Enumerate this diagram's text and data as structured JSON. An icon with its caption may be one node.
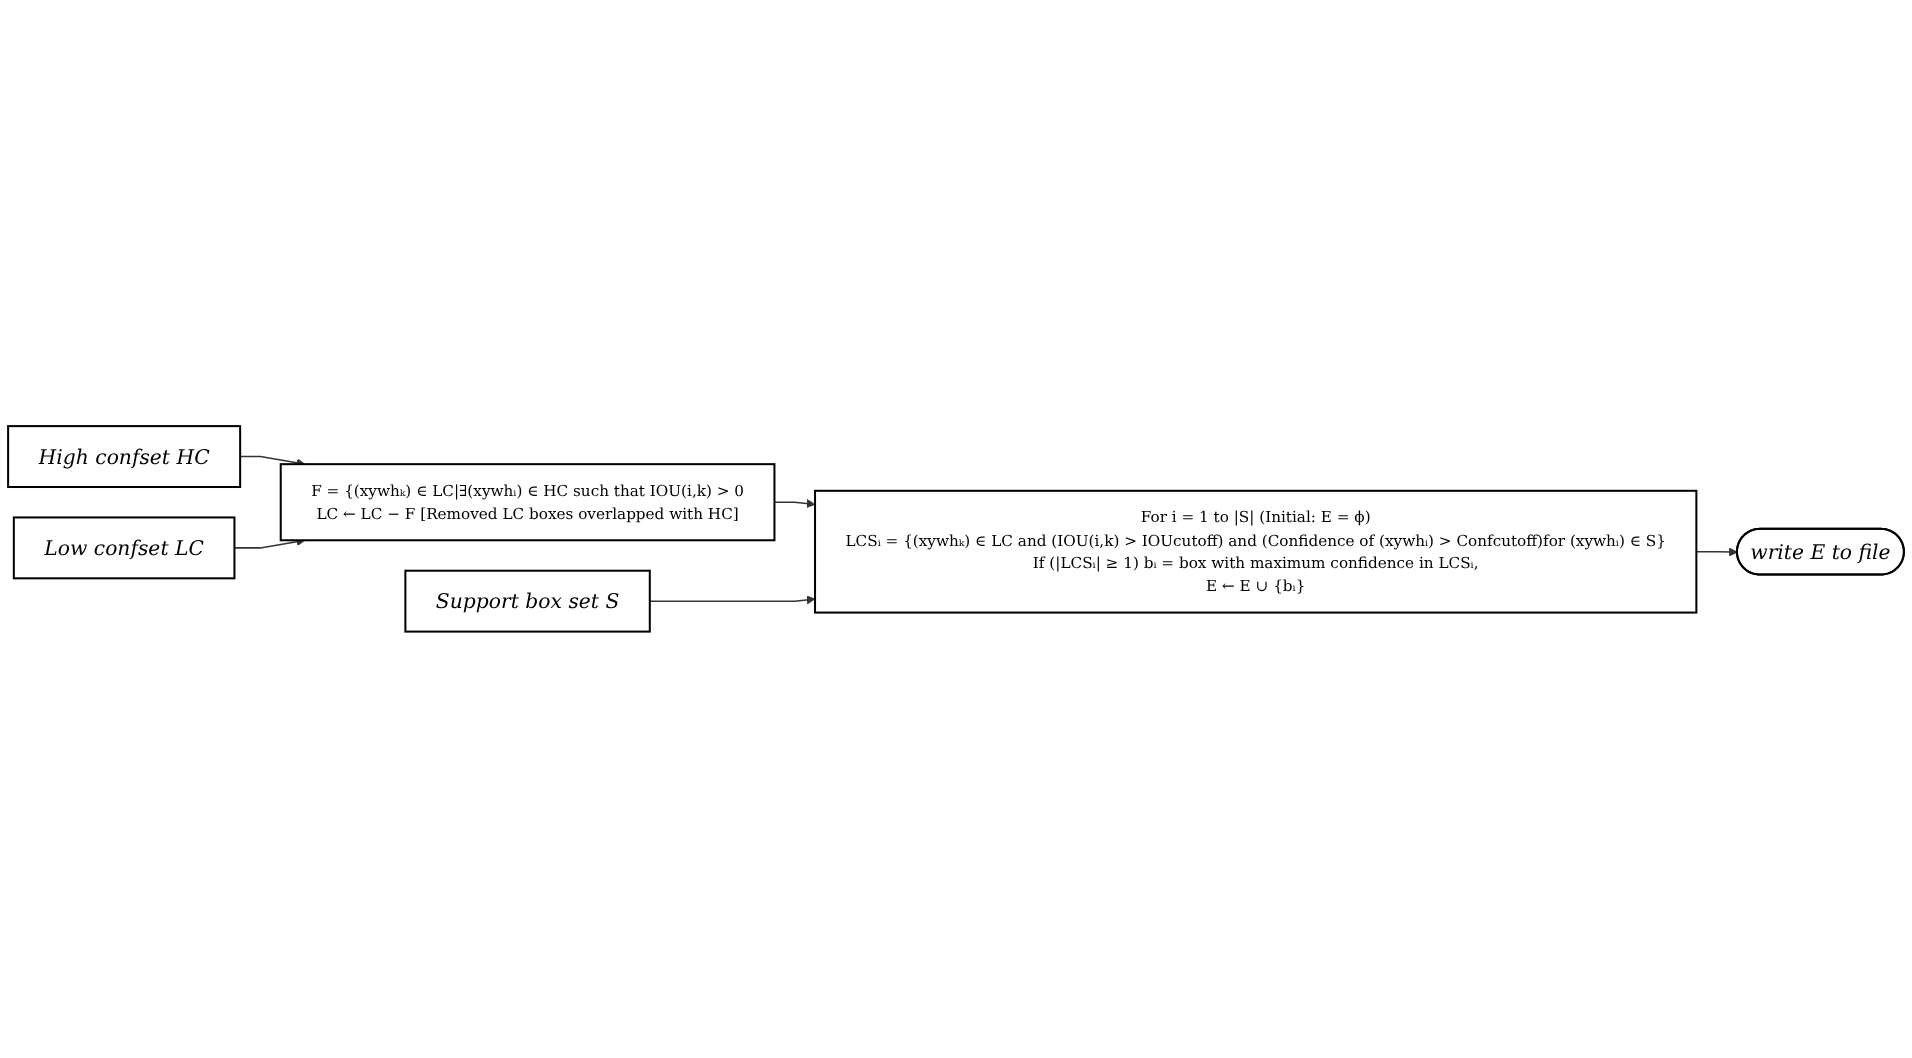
{
  "diagram": {
    "nodes": [
      {
        "text": [
          "High confset HC"
        ]
      },
      {
        "text": [
          "F = {(xywhₖ) ∈ LC|∃(xywhᵢ) ∈ HC such that IOU(i,k) > 0",
          "LC ← LC − F [Removed LC boxes overlapped with HC]"
        ]
      },
      {
        "text": [
          "Low confset LC"
        ]
      },
      {
        "text": [
          "Support box set S"
        ]
      },
      {
        "text": [
          "For i = 1 to |S| (Initial: E = ϕ)",
          "LCSᵢ = {(xywhₖ) ∈ LC and (IOU(i,k) > IOUcutoff) and (Confidence of (xywhᵢ) > Confcutoff)for (xywhᵢ) ∈ S}",
          "If (|LCSᵢ| ≥ 1) bᵢ = box with maximum confidence in LCSᵢ,",
          "E ← E ∪ {bᵢ}"
        ]
      },
      {
        "text": [
          "write E to file"
        ]
      }
    ],
    "edges": [
      {
        "from": 0,
        "to": 1,
        "arrow": "to"
      },
      {
        "from": 2,
        "to": 1,
        "arrow": "to"
      },
      {
        "from": 1,
        "to": 4,
        "arrow": "to"
      },
      {
        "from": 3,
        "to": 4,
        "arrow": "to"
      },
      {
        "from": 4,
        "to": 5,
        "arrow": "to"
      }
    ]
  }
}
